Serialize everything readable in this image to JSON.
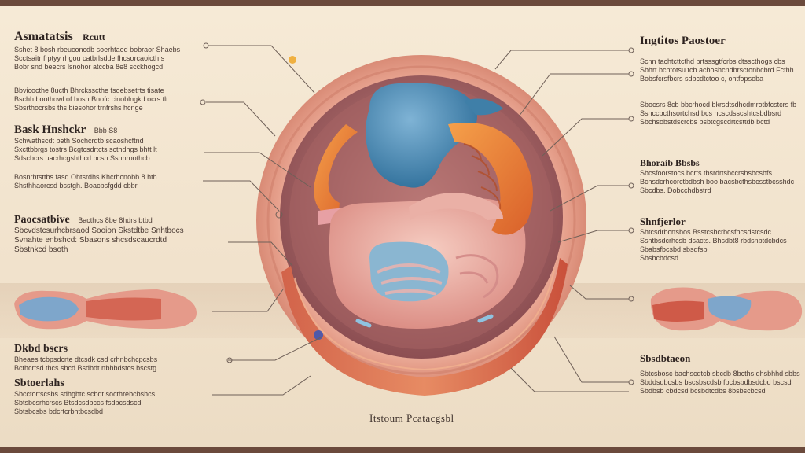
{
  "left_blocks": [
    {
      "title": "Asmatatsis",
      "aside": "Rcutt",
      "lines": [
        "Sshet 8 bosh rbeuconcdb soerhtaed bobraor Shaebs",
        "Scctsaitr frptyy rhgou catbrlsdde fhcsorcaoicth s",
        "Bobr snd beecrs lsnohor atccba 8e8 scckhogcd"
      ]
    },
    {
      "title": "",
      "aside": "",
      "lines": [
        "Bbvicocthe 8ucth Bhrcksscthe fsoebsetrts tisate",
        "Bschh boothowl of bosh Bnofc cinoblngkd ocrs tlt",
        "Sbsrthocrsbs ths biesohor trnfrshs hcnge"
      ]
    },
    {
      "title": "Bask Hnshckr",
      "aside": "Bbb S8",
      "lines": [
        "Schwathscdt beth Sochcrdtb scaoshcftnd",
        "Sxcttbbrgs tostrs Bcgtcsdrtcts scthdhgs bhtt lt",
        "Sdscbcrs uacrhcgshthcd bcsh Sshnroothcb"
      ]
    },
    {
      "title": "",
      "aside": "",
      "lines": [
        "Bosnrhtsttbs fasd Ohtsrdhs Khcrhcnobb 8 hth",
        "Shsthhaorcsd bsstgh. Boacbsfgdd cbbr"
      ]
    },
    {
      "title": "Paocsatbive",
      "aside": "Bacthcs 8be 8hdrs btbd",
      "lines": [
        "Sbcvdstcsurhcbrsaod Sooion Skstdtbe Snhtbocs",
        "Svnahte enbshcd: Sbasons shcsdscaucrdtd",
        "Sbstnkcd bsoth"
      ]
    },
    {
      "title": "Dkbd bscrs",
      "aside": "",
      "lines": [
        "Bheaes tcbpsdcrte dtcsdk csd crhnbchcpcsbs",
        "Bcthcrtsd thcs sbcd Bsdbdt rtbhbdstcs bscstg"
      ]
    },
    {
      "title": "Sbtoerlahs",
      "aside": "",
      "lines": [
        "Sbcctortscsbs sdhgbtc scbdt socthrebcbshcs",
        "Sbtsbcsrhcrscs Btsdcsdbccs fsdbcsdscd",
        "Sbtsbcsbs bdcrtcrbhtbcsdbd"
      ]
    }
  ],
  "right_blocks": [
    {
      "title": "Ingtitos Paostoer",
      "lines": [
        "Scnn tachtcttcthd brtsssgtfcrbs dtsscthogs cbs",
        "Sbhrt bchtotsu tcb achoshcndbrsctonbcbrd Fcthh",
        "Bobsfcrsfbcrs sdbcdtctoo c, ohtfopsoba"
      ]
    },
    {
      "title": "",
      "lines": [
        "Sbocsrs 8cb bbcrhocd bkrsdtsdhcdmrotbfcstcrs fb",
        "Sshccbcthsortchsd bcs hcscdsscshtcsbdbsrd",
        "Sbchsobstdscrcbs bsbtcgscdrtcsttdb bctd"
      ]
    },
    {
      "title": "Bhoraib Bbsbs",
      "lines": [
        "Sbcsfoorstocs bcrts tbsrdrtsbccrshsbcsbfs",
        "Bchsdcrhcorctbdbsh boo bacsbcthsbcsstbcsshdc",
        "Sbcdbs. Dobcchdbstrd"
      ]
    },
    {
      "title": "Shnfjerlor",
      "lines": [
        "Shtcsdrbcrtsbos Bsstcshcrbcsfhcsdstcsdc",
        "Sshtbsdcrhcsb dsacts. Bhsdbt8 rbdsnbtdcbdcs",
        "Sbabsfbcsbd sbsdfsb",
        "Sbsbcbdcsd"
      ]
    },
    {
      "title": "Sbsdbtaeon",
      "lines": [
        "Sbtcsbosc bachscdtcb sbcdb 8bcths dhsbhhd sbbs",
        "Sbddsdbcsbs bscsbscdsb fbcbsbdbsdcbd bscsd",
        "Sbdbsb cbdcsd bcsbdtcdbs 8bsbscbcsd"
      ]
    }
  ],
  "center_caption": "Itstoum Pcatacgsbl",
  "colors": {
    "background": "#f2e4ce",
    "frame": "#6b4a3c",
    "outer_ring": "#e9a996",
    "stomach_blue": "#4f8fba",
    "intestine_pink": "#e8a9a0",
    "orange_accent": "#e8832f",
    "muscle_red": "#c9553c"
  },
  "icons": [
    "pin-dot-icon",
    "connector-circle-icon"
  ]
}
